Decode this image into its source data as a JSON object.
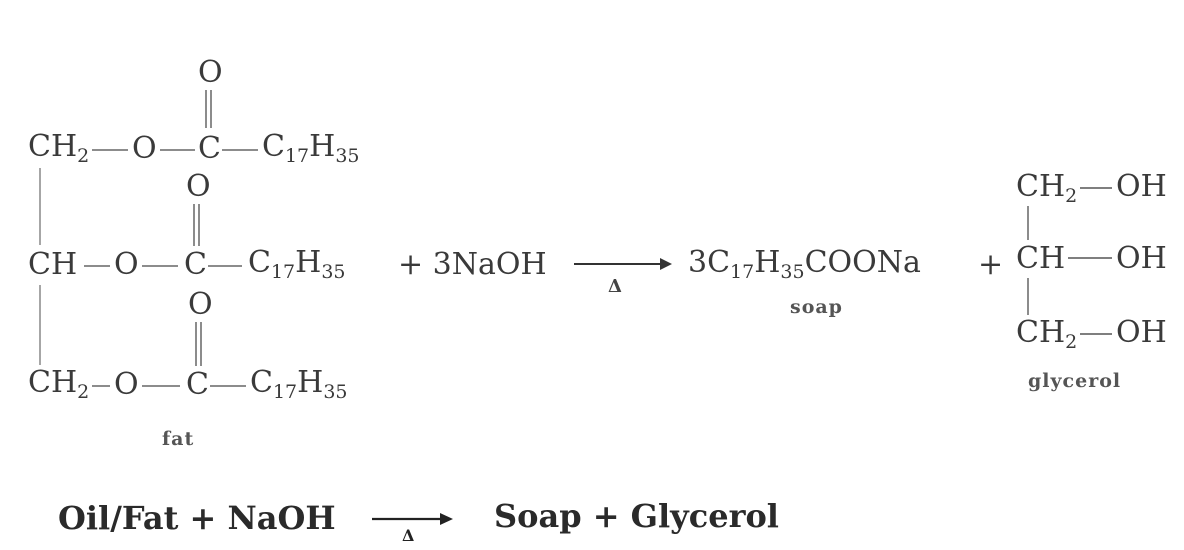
{
  "fat": {
    "rows": [
      {
        "left": "CH",
        "left_sub": "2",
        "o1": "O",
        "c": "C",
        "chain": "C",
        "chain_sub": "17",
        "chain_h": "H",
        "chain_h_sub": "35"
      },
      {
        "left": "CH",
        "left_sub": "",
        "o1": "O",
        "c": "C",
        "chain": "C",
        "chain_sub": "17",
        "chain_h": "H",
        "chain_h_sub": "35"
      },
      {
        "left": "CH",
        "left_sub": "2",
        "o1": "O",
        "c": "C",
        "chain": "C",
        "chain_sub": "17",
        "chain_h": "H",
        "chain_h_sub": "35"
      }
    ],
    "carbonyl_o": "O",
    "label": "fat"
  },
  "reagent": {
    "text": "+ 3NaOH"
  },
  "arrow1": {
    "condition": "Δ"
  },
  "soap": {
    "prefix": "3C",
    "sub1": "17",
    "h": "H",
    "sub2": "35",
    "suffix": "COONa",
    "label": "soap"
  },
  "plus": "+",
  "glycerol": {
    "rows": [
      {
        "left": "CH",
        "left_sub": "2",
        "right": "OH"
      },
      {
        "left": "CH",
        "left_sub": "",
        "right": "OH"
      },
      {
        "left": "CH",
        "left_sub": "2",
        "right": "OH"
      }
    ],
    "label": "glycerol"
  },
  "word_equation": {
    "left": "Oil/Fat + NaOH",
    "condition": "Δ",
    "right": "Soap + Glycerol"
  },
  "colors": {
    "ink": "#3a3a3a",
    "bold_ink": "#2a2a2a",
    "oxygen": "#4a4a4a"
  }
}
